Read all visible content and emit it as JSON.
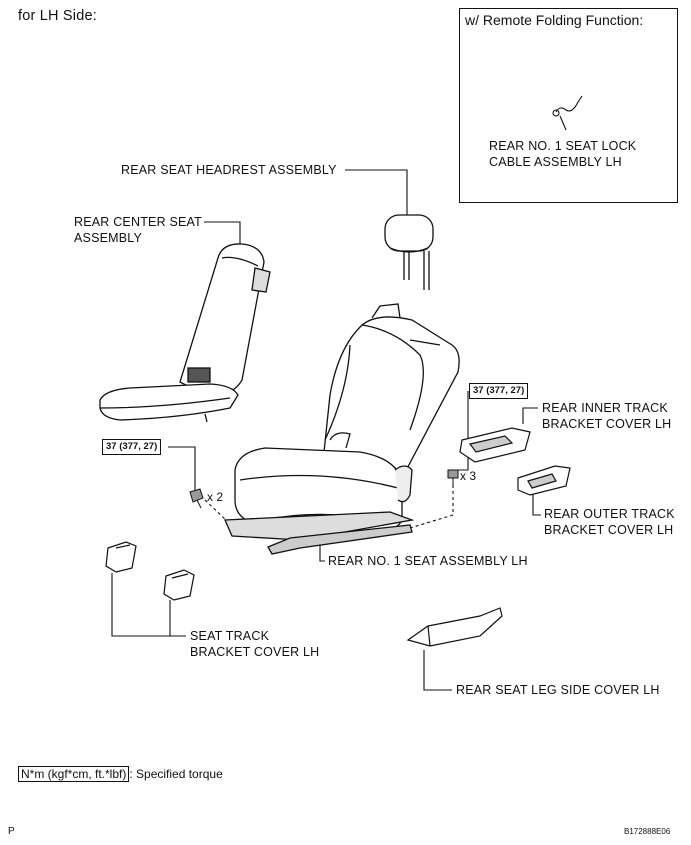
{
  "header": {
    "side": "for LH Side:"
  },
  "inset": {
    "title": "w/ Remote Folding Function:",
    "part_line1": "REAR NO. 1 SEAT LOCK",
    "part_line2": "CABLE ASSEMBLY LH"
  },
  "labels": {
    "headrest": "REAR SEAT HEADREST ASSEMBLY",
    "center_seat_line1": "REAR CENTER SEAT",
    "center_seat_line2": "ASSEMBLY",
    "inner_cover_line1": "REAR INNER TRACK",
    "inner_cover_line2": "BRACKET COVER LH",
    "outer_cover_line1": "REAR OUTER TRACK",
    "outer_cover_line2": "BRACKET COVER LH",
    "seat_assembly": "REAR NO. 1 SEAT ASSEMBLY LH",
    "track_cover_line1": "SEAT TRACK",
    "track_cover_line2": "BRACKET COVER LH",
    "leg_cover": "REAR SEAT LEG SIDE COVER LH"
  },
  "torques": {
    "left": "37 (377, 27)",
    "right": "37 (377, 27)"
  },
  "multipliers": {
    "left": "x 2",
    "right": "x 3"
  },
  "legend": {
    "unit": "N*m (kgf*cm, ft.*lbf)",
    "text": ": Specified torque"
  },
  "footer": {
    "page_mark": "P",
    "figure_code": "B172888E06"
  }
}
